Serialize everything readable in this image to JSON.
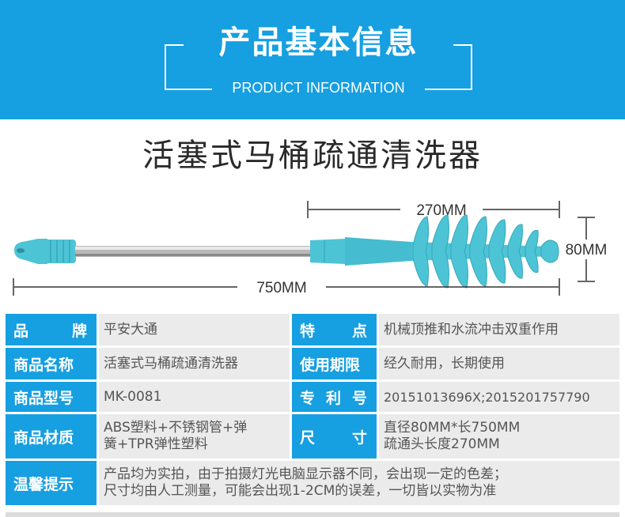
{
  "header": {
    "title": "产品基本信息",
    "subtitle": "PRODUCT INFORMATION"
  },
  "product_title": "活塞式马桶疏通清洗器",
  "dimensions": {
    "head_length": "270MM",
    "head_diameter": "80MM",
    "total_length": "750MM"
  },
  "colors": {
    "brand_blue": "#169fe1",
    "product_teal": "#4cc4d6",
    "cell_grey": "#ebebeb"
  },
  "info": {
    "brand_label_1": "品",
    "brand_label_2": "牌",
    "brand_value": "平安大通",
    "feature_label_1": "特",
    "feature_label_2": "点",
    "feature_value": "机械顶推和水流冲击双重作用",
    "name_label": "商品名称",
    "name_value": "活塞式马桶疏通清洗器",
    "life_label": "使用期限",
    "life_value": "经久耐用，长期使用",
    "model_label": "商品型号",
    "model_value": "MK-0081",
    "patent_label_1": "专",
    "patent_label_2": "利",
    "patent_label_3": "号",
    "patent_value": "20151013696X;2015201757790",
    "material_label": "商品材质",
    "material_value_1": "ABS塑料+不锈钢管+弹",
    "material_value_2": "簧+TPR弹性塑料",
    "size_label_1": "尺",
    "size_label_2": "寸",
    "size_value_1": "直径80MM*长750MM",
    "size_value_2": "疏通头长度270MM",
    "tip_label": "温馨提示",
    "tip_value_1": "产品均为实拍，由于拍摄灯光电脑显示器不同，会出现一定的色差；",
    "tip_value_2": "尺寸均由人工测量，可能会出现1-2CM的误差，一切皆以实物为准"
  }
}
